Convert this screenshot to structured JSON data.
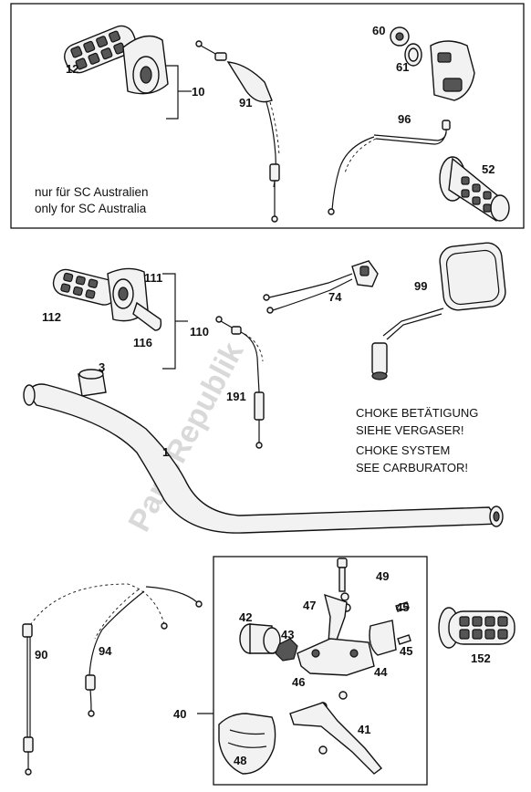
{
  "watermark": "PartsRepublik",
  "notes": {
    "australia_de": "nur für SC Australien",
    "australia_en": "only for SC Australia",
    "choke_de_1": "CHOKE BETÄTIGUNG",
    "choke_de_2": "SIEHE VERGASER!",
    "choke_en_1": "CHOKE SYSTEM",
    "choke_en_2": "SEE CARBURATOR!"
  },
  "labels": {
    "p12": "12",
    "p10": "10",
    "p91": "91",
    "p60": "60",
    "p61": "61",
    "p96": "96",
    "p52": "52",
    "p111": "111",
    "p112": "112",
    "p116": "116",
    "p110": "110",
    "p74": "74",
    "p99": "99",
    "p3": "3",
    "p191": "191",
    "p1": "1",
    "p49": "49",
    "p47": "47",
    "p45a": "45",
    "p45b": "45",
    "p42": "42",
    "p43": "43",
    "p46": "46",
    "p44": "44",
    "p40": "40",
    "p41": "41",
    "p48": "48",
    "p90": "90",
    "p94": "94",
    "p152": "152"
  }
}
